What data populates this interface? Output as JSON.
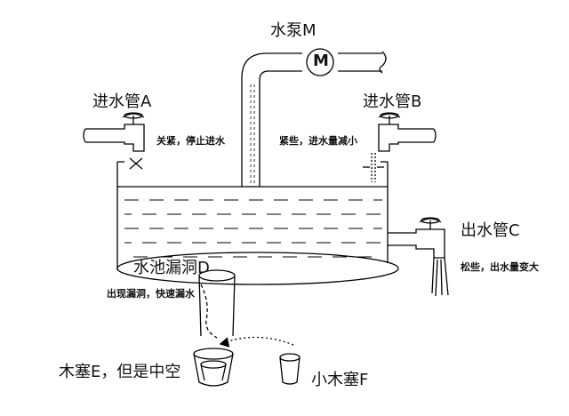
{
  "labels": {
    "pump": "水泵M",
    "pump_symbol": "M",
    "inlet_a": "进水管A",
    "inlet_a_note": "关紧，停止进水",
    "inlet_b": "进水管B",
    "inlet_b_note": "紧些，进水量减小",
    "outlet_c": "出水管C",
    "outlet_c_note": "松些，出水量变大",
    "leak_d": "水池漏洞D",
    "leak_d_note": "出现漏洞，快速漏水",
    "plug_e": "木塞E，但是中空",
    "plug_f": "小木塞F"
  },
  "colors": {
    "stroke": "#000000",
    "background": "#ffffff"
  }
}
